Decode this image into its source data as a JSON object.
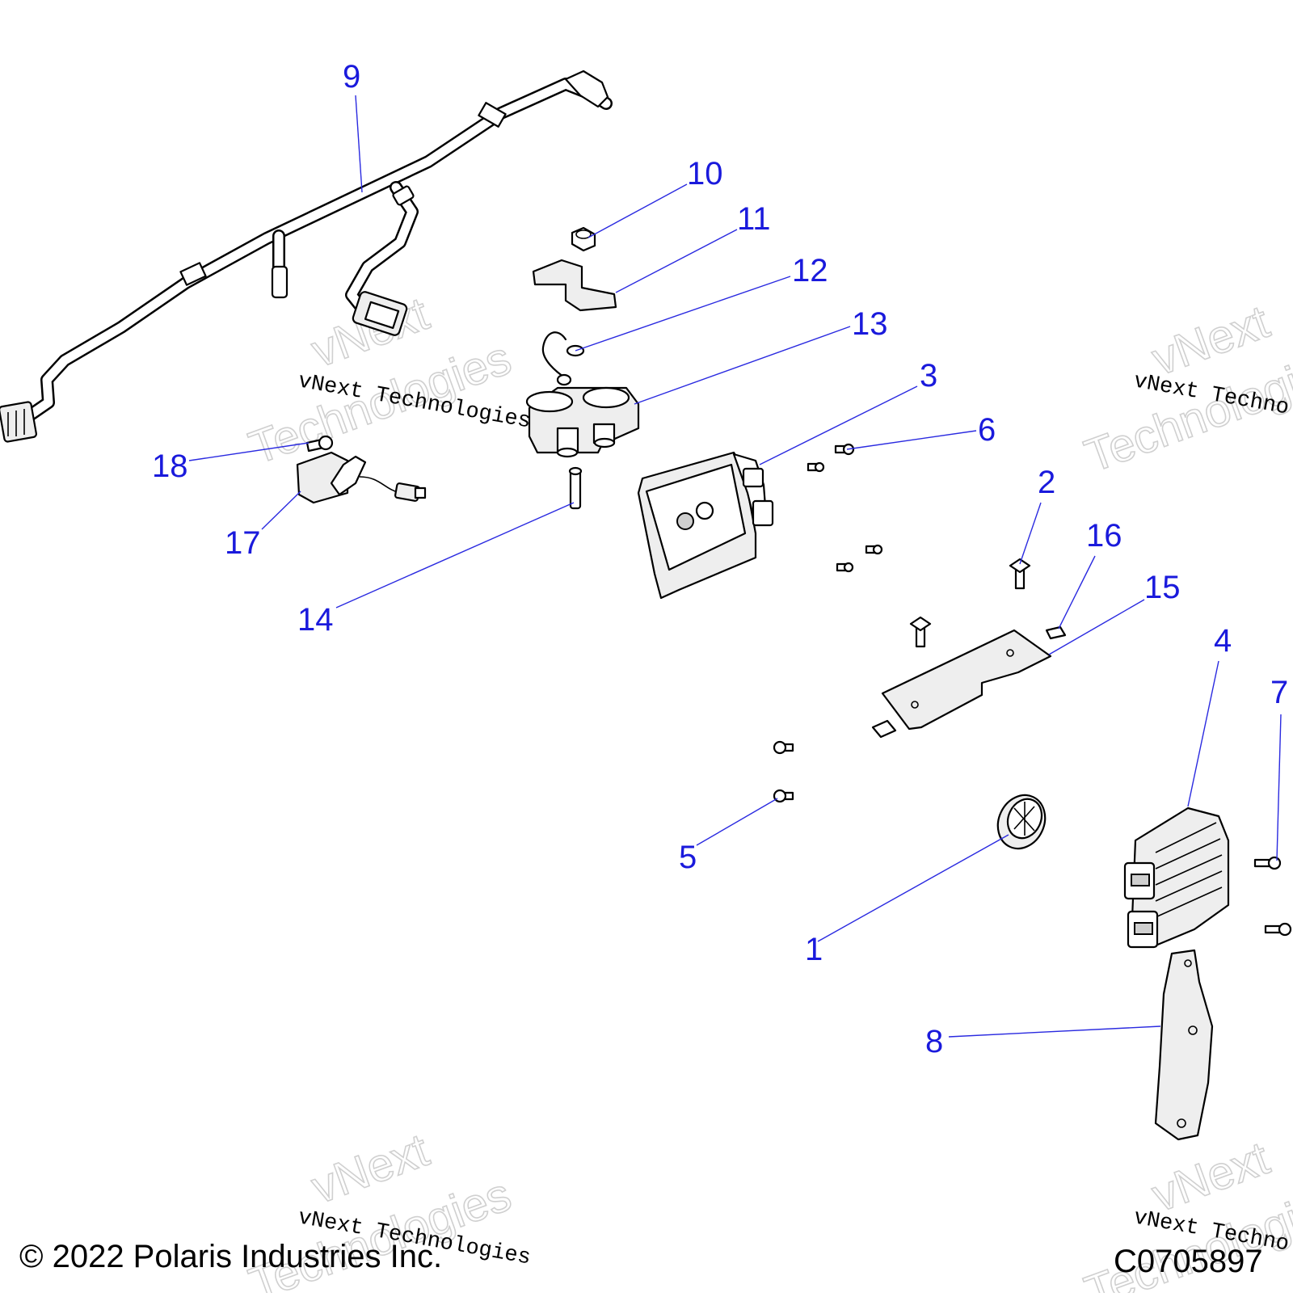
{
  "callouts": [
    "1",
    "2",
    "3",
    "4",
    "5",
    "6",
    "7",
    "8",
    "9",
    "10",
    "11",
    "12",
    "13",
    "14",
    "15",
    "16",
    "17",
    "18"
  ],
  "watermark": {
    "small_text": "vNext Technologies",
    "big_line1": "vNext",
    "big_line2": "Technologies"
  },
  "footer": {
    "copyright": "© 2022 Polaris Industries Inc.",
    "code": "C0705897"
  },
  "colors": {
    "callout": "#1a1adc",
    "leader": "#2a2ae0",
    "line_art": "#000000",
    "background": "#ffffff"
  }
}
